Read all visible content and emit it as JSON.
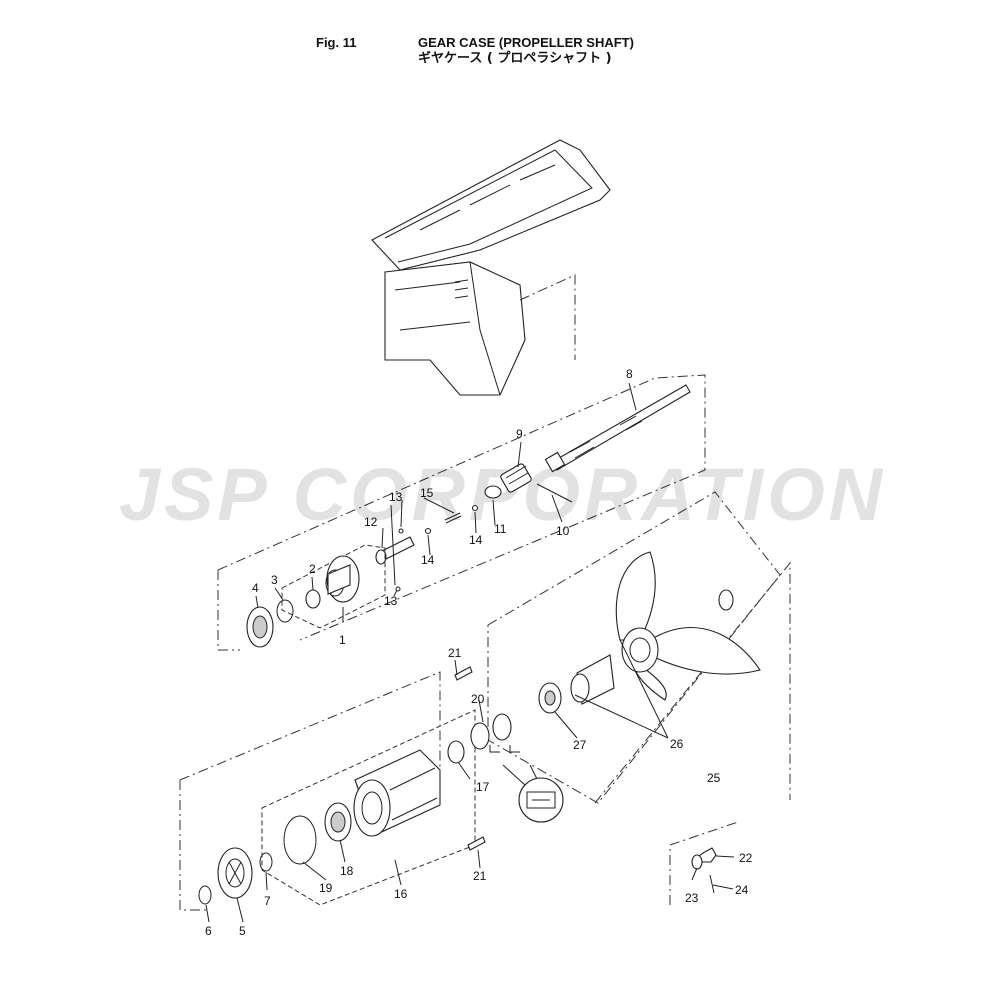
{
  "header": {
    "fig_label": "Fig. 11",
    "title_en": "GEAR CASE (PROPELLER SHAFT)",
    "title_ja": "ギヤケース ( プロペラシャフト )"
  },
  "watermark": "JSP CORPORATION",
  "callouts": {
    "p1": "1",
    "p2": "2",
    "p3": "3",
    "p4": "4",
    "p5": "5",
    "p6": "6",
    "p7": "7",
    "p8": "8",
    "p9": "9",
    "p10": "10",
    "p11": "11",
    "p12": "12",
    "p13a": "13",
    "p13b": "13",
    "p14a": "14",
    "p14b": "14",
    "p15": "15",
    "p16": "16",
    "p17": "17",
    "p18": "18",
    "p19": "19",
    "p20": "20",
    "p21a": "21",
    "p21b": "21",
    "p22": "22",
    "p23": "23",
    "p24": "24",
    "p25": "25",
    "p26": "26",
    "p27": "27"
  }
}
